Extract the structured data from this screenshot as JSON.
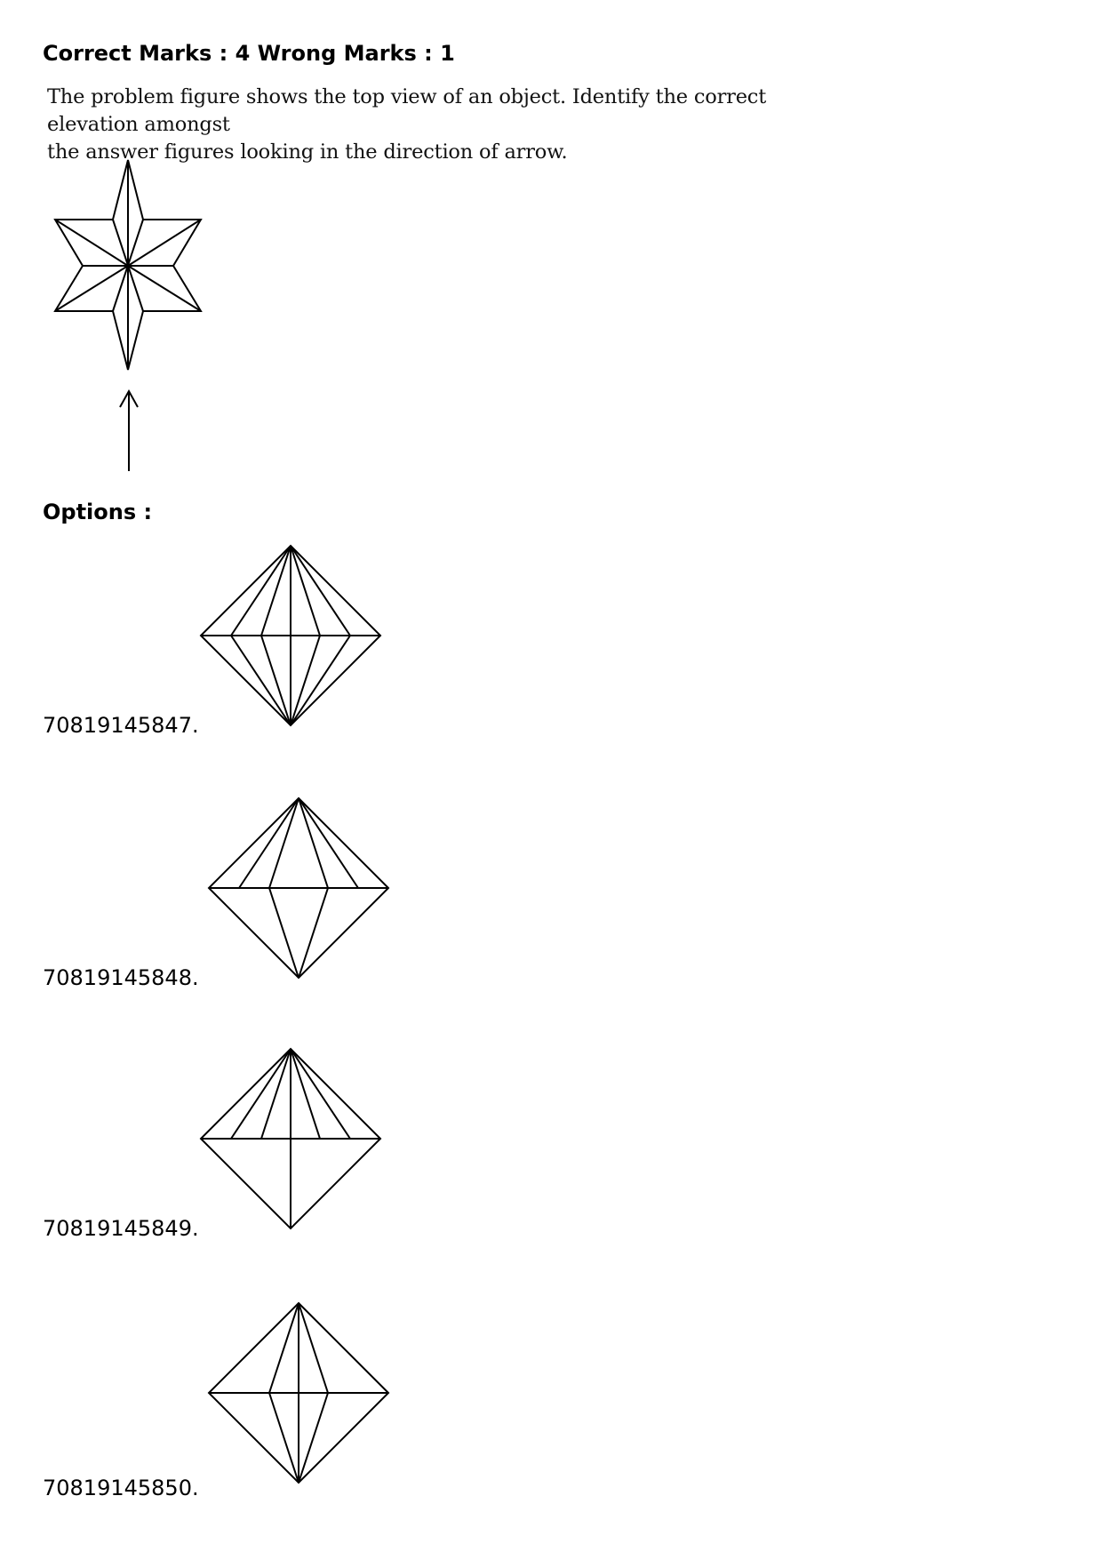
{
  "header": {
    "marks": "Correct Marks : 4 Wrong Marks : 1"
  },
  "question": {
    "line1": "The problem figure shows the top view of an object.  Identify the correct elevation amongst",
    "line2": "the answer figures looking in the direction of arrow."
  },
  "options_heading": "Options :",
  "options": [
    {
      "label": "70819145847."
    },
    {
      "label": "70819145848."
    },
    {
      "label": "70819145849."
    },
    {
      "label": "70819145850."
    }
  ]
}
